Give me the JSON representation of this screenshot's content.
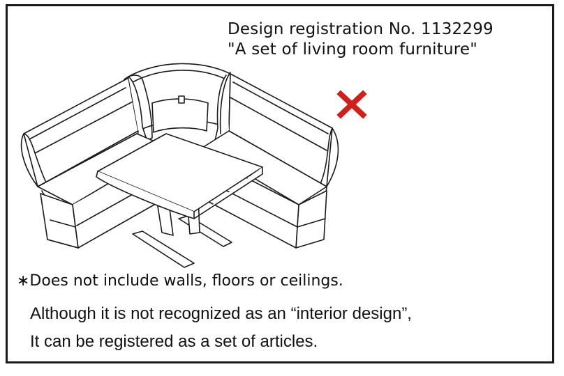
{
  "registration": {
    "number_line": "Design registration No. 1132299",
    "article_line": "\"A set of living room furniture\""
  },
  "verdict": {
    "icon": "x-mark-icon",
    "color": "#d0201c"
  },
  "illustration": {
    "icon": "corner-bench-with-table-illustration",
    "line_color": "#1a1a1a"
  },
  "note": "∗Does not include walls, floors or ceilings.",
  "explanation": {
    "line1": "Although it is not recognized as an “interior design”,",
    "line2": "It can be registered as a set of articles."
  }
}
